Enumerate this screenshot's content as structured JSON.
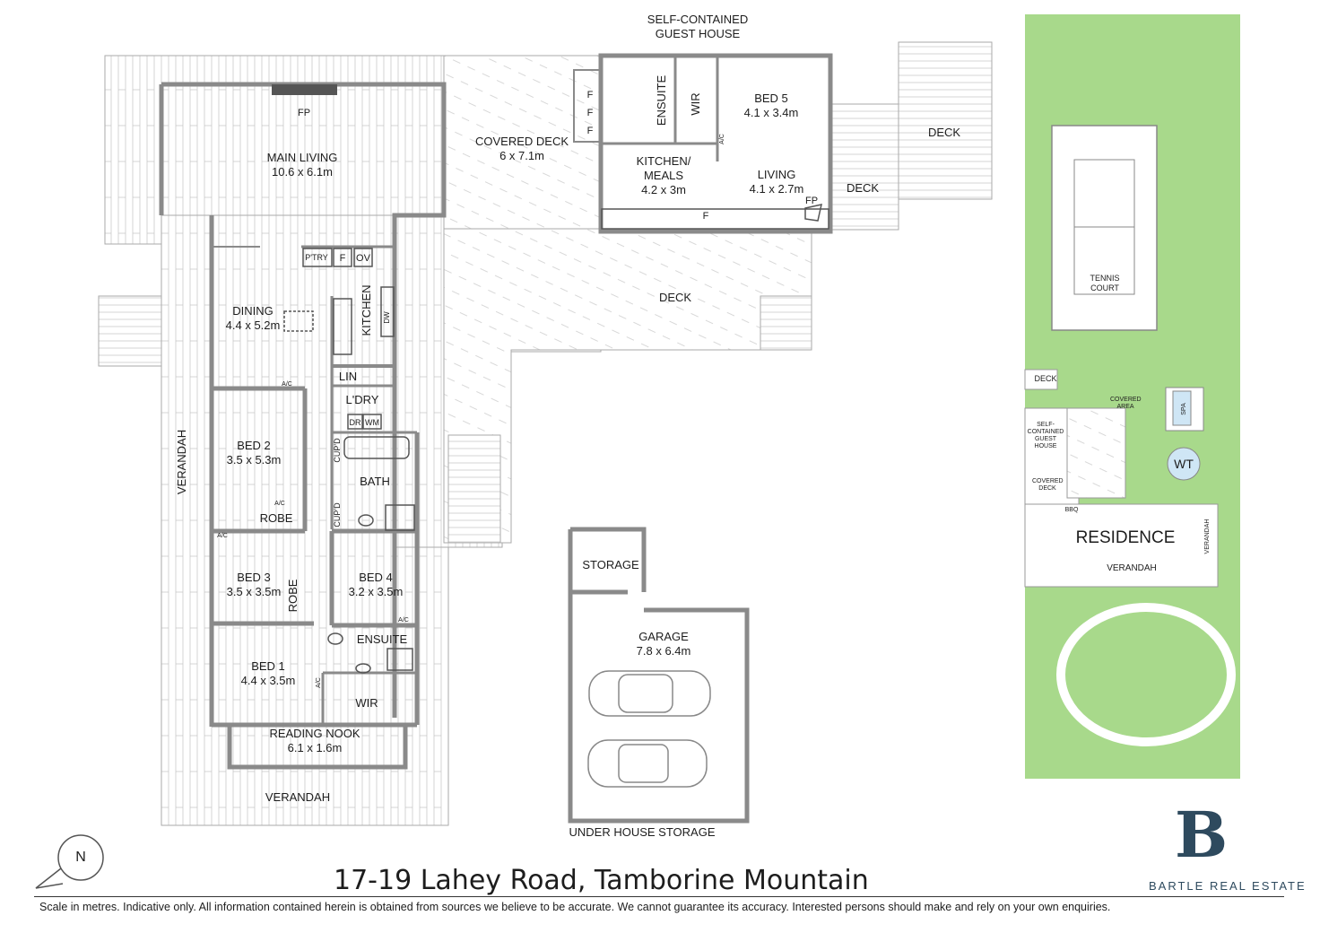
{
  "title": "17-19 Lahey Road, Tamborine Mountain",
  "disclaimer": "Scale in metres. Indicative only. All information contained herein is obtained from sources we believe to be accurate. We cannot guarantee its accuracy. Interested persons should make and rely on your own enquiries.",
  "brand": {
    "logo_letter": "B",
    "name": "BARTLE REAL ESTATE",
    "color": "#2e4a5e"
  },
  "compass": {
    "label": "N"
  },
  "colors": {
    "lawn": "#a8d98b",
    "wall": "#8a8a8a",
    "deck": "#d9d9d9"
  },
  "rooms": {
    "guest_house": "SELF-CONTAINED GUEST HOUSE",
    "fp_main": "FP",
    "main_living": "MAIN LIVING",
    "main_living_size": "10.6 x 6.1m",
    "covered_deck": "COVERED DECK",
    "covered_deck_size": "6 x 7.1m",
    "f1": "F",
    "f2": "F",
    "f3": "F",
    "ensuite_guest": "ENSUITE",
    "wir_guest": "WIR",
    "ac_guest": "A/C",
    "bed5": "BED 5",
    "bed5_size": "4.1 x 3.4m",
    "kitchen_meals": "KITCHEN/ MEALS",
    "kitchen_meals_size": "4.2 x 3m",
    "f_kitchen": "F",
    "living": "LIVING",
    "living_size": "4.1 x 2.7m",
    "fp_guest": "FP",
    "deck_top": "DECK",
    "deck_side": "DECK",
    "deck_main": "DECK",
    "ptry": "P'TRY",
    "f_ptry": "F",
    "ov": "OV",
    "dining": "DINING",
    "dining_size": "4.4 x 5.2m",
    "kitchen": "KITCHEN",
    "dw": "DW",
    "lin": "LIN",
    "ldry": "L'DRY",
    "dr": "DR",
    "wm": "WM",
    "ac_bed2": "A/C",
    "bed2": "BED 2",
    "bed2_size": "3.5 x 5.3m",
    "cupd1": "CUP'D",
    "bath": "BATH",
    "cupd2": "CUP'D",
    "ac_robe": "A/C",
    "robe_bed2": "ROBE",
    "verandah_side": "VERANDAH",
    "ac_bed3": "A/C",
    "bed3": "BED 3",
    "bed3_size": "3.5 x 3.5m",
    "robe_bed3": "ROBE",
    "bed4": "BED 4",
    "bed4_size": "3.2 x 3.5m",
    "ac_bed4": "A/C",
    "ensuite_main": "ENSUITE",
    "bed1": "BED 1",
    "bed1_size": "4.4 x 3.5m",
    "ac_bed1": "A/C",
    "wir_main": "WIR",
    "reading_nook": "READING NOOK",
    "reading_nook_size": "6.1 x 1.6m",
    "verandah_bottom": "VERANDAH",
    "storage": "STORAGE",
    "garage": "GARAGE",
    "garage_size": "7.8 x 6.4m",
    "under_house": "UNDER HOUSE STORAGE"
  },
  "site": {
    "tennis": "TENNIS COURT",
    "deck": "DECK",
    "covered_area": "COVERED AREA",
    "spa": "SPA",
    "guest_house": "SELF-CONTAINED GUEST HOUSE",
    "wt": "WT",
    "covered_deck": "COVERED DECK",
    "bbq": "BBQ",
    "residence": "RESIDENCE",
    "verandah_right": "VERANDAH",
    "verandah": "VERANDAH"
  }
}
